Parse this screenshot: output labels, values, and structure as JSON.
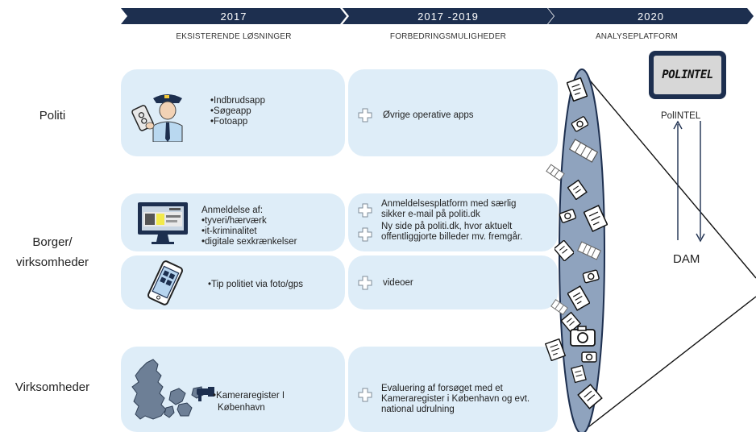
{
  "timeline": [
    {
      "label": "2017",
      "heading": "EKSISTERENDE LØSNINGER"
    },
    {
      "label": "2017  -2019",
      "heading": "FORBEDRINGSMULIGHEDER"
    },
    {
      "label": "2020",
      "heading": "ANALYSEPLATFORM"
    }
  ],
  "rows": {
    "politi": "Politi",
    "borger_line1": "Borger/",
    "borger_line2": "virksomheder",
    "virksomheder": "Virksomheder"
  },
  "existing": {
    "politi": [
      "Indbrudsapp",
      "Søgeapp",
      "Fotoapp"
    ],
    "borger_intro": "Anmeldelse af:",
    "borger": [
      "tyveri/hærværk",
      "it-kriminalitet",
      "digitale sexkrænkelser"
    ],
    "tip": "Tip politiet via foto/gps",
    "kamera_line1": "Kameraregister I",
    "kamera_line2": "København"
  },
  "improvements": {
    "politi": "Øvrige operative apps",
    "anmeld_line1": "Anmeldelsesplatform med særlig",
    "anmeld_line2": "sikker e-mail på politi.dk",
    "side_line1": "Ny side på politi.dk, hvor aktuelt",
    "side_line2": "offentliggjorte billeder mv. fremgår.",
    "videoer": "videoer",
    "eval_line1": "Evaluering af forsøget med et",
    "eval_line2": "Kameraregister i København og evt.",
    "eval_line3": "national udrulning"
  },
  "platform": {
    "logo_text": "POLINTEL",
    "name": "PolINTEL",
    "dam": "DAM"
  },
  "colors": {
    "chevron": "#1d2f4f",
    "box": "#deedf8",
    "ellipse": "#8fa3be",
    "plus": "#7f8c99"
  },
  "icons": [
    "police-officer-icon",
    "computer-monitor-icon",
    "smartphone-icon",
    "denmark-map-icon",
    "camera-icon",
    "document-icon",
    "film-strip-icon"
  ]
}
